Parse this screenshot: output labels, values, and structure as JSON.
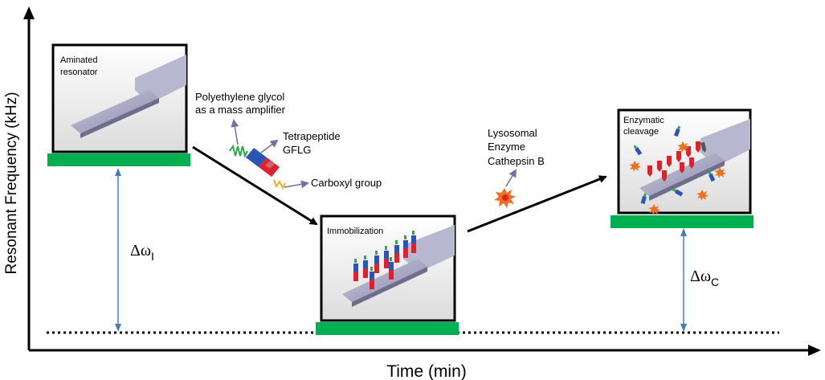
{
  "axes": {
    "x_label": "Time (min)",
    "y_label": "Resonant Frequency (kHz)"
  },
  "panels": [
    {
      "id": "aminated",
      "label_line1": "Aminated",
      "label_line2": "resonator"
    },
    {
      "id": "immobilization",
      "label_line1": "Immobilization"
    },
    {
      "id": "cleavage",
      "label_line1": "Enzymatic",
      "label_line2": "cleavage"
    }
  ],
  "molecule_labels": {
    "peg_line1": "Polyethylene glycol",
    "peg_line2": "as a mass amplifier",
    "tetra_line1": "Tetrapeptide",
    "tetra_line2": "GFLG",
    "carboxyl": "Carboxyl group"
  },
  "enzyme_labels": {
    "line1": "Lysosomal",
    "line2": "Enzyme",
    "line3": "Cathepsin B"
  },
  "deltas": {
    "immobilization": {
      "symbol": "Δω",
      "subscript": "I"
    },
    "cleavage": {
      "symbol": "Δω",
      "subscript": "C"
    }
  },
  "colors": {
    "base_green": "#00b050",
    "arrow_blue": "#4a7db5",
    "label_arrow_purple": "#7b6aa6",
    "cantilever_gray": "#a6a6c4",
    "peptide_red": "#e0202a",
    "peptide_blue": "#2a55b8",
    "peg_green": "#2fa84a",
    "carboxyl_yellow": "#e8b422",
    "enzyme_orange": "#f07020"
  }
}
